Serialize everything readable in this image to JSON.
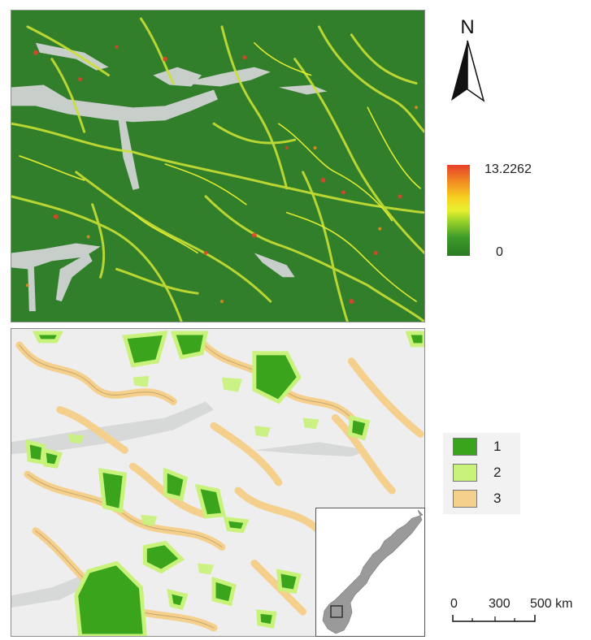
{
  "legend_continuous": {
    "max_label": "13.2262",
    "min_label": "0",
    "colors": [
      "#e8402a",
      "#f7d020",
      "#9ad22a",
      "#2a7a22"
    ]
  },
  "legend_classes": {
    "items": [
      {
        "label": "1",
        "color": "#3aa51c"
      },
      {
        "label": "2",
        "color": "#c8f27a"
      },
      {
        "label": "3",
        "color": "#f5cf8c"
      }
    ]
  },
  "north_arrow": {
    "label": "N",
    "icon": "north-arrow-icon"
  },
  "scale_bar": {
    "tick_0": "0",
    "tick_1": "300",
    "tick_2": "500 km"
  },
  "inset_map": {
    "region": "Norway",
    "icon": "locator-rectangle-icon"
  }
}
